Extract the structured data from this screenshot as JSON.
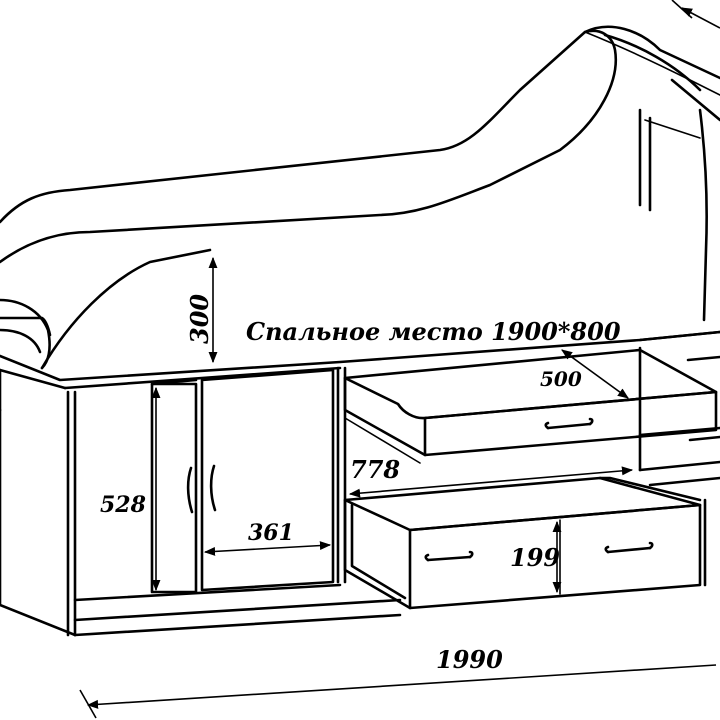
{
  "drawing": {
    "caption": "Спальное место 1900*800",
    "dimensions": {
      "headboard_height": "300",
      "pullout_depth": "500",
      "drawer_width": "778",
      "door_height": "528",
      "door_width": "361",
      "drawer_height": "199",
      "total_length": "1990"
    }
  }
}
